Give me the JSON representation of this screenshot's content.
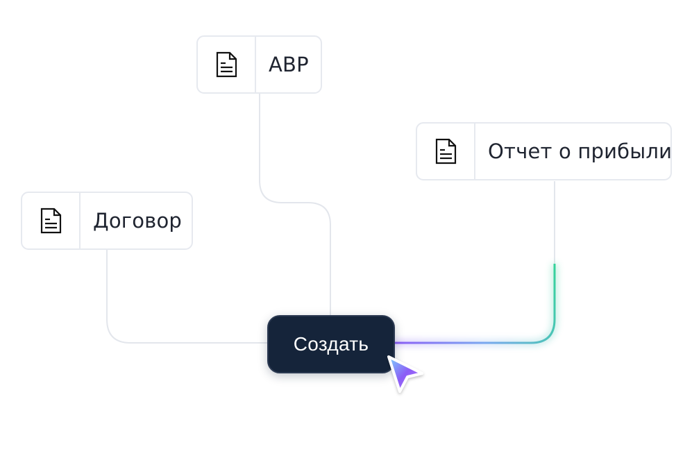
{
  "cards": [
    {
      "id": "avr",
      "label": "АВР",
      "icon": "document-icon"
    },
    {
      "id": "report",
      "label": "Отчет о прибыли",
      "icon": "document-icon"
    },
    {
      "id": "contract",
      "label": "Договор",
      "icon": "document-icon"
    }
  ],
  "action": {
    "label": "Создать"
  },
  "colors": {
    "connector": "#e3e6ec",
    "card_border": "#e6e9ef",
    "button_bg": "#15243a",
    "active_gradient_start": "#8b5cf6",
    "active_gradient_end": "#34d399",
    "cursor_gradient": [
      "#7dd3fc",
      "#8b5cf6",
      "#c084fc"
    ]
  }
}
